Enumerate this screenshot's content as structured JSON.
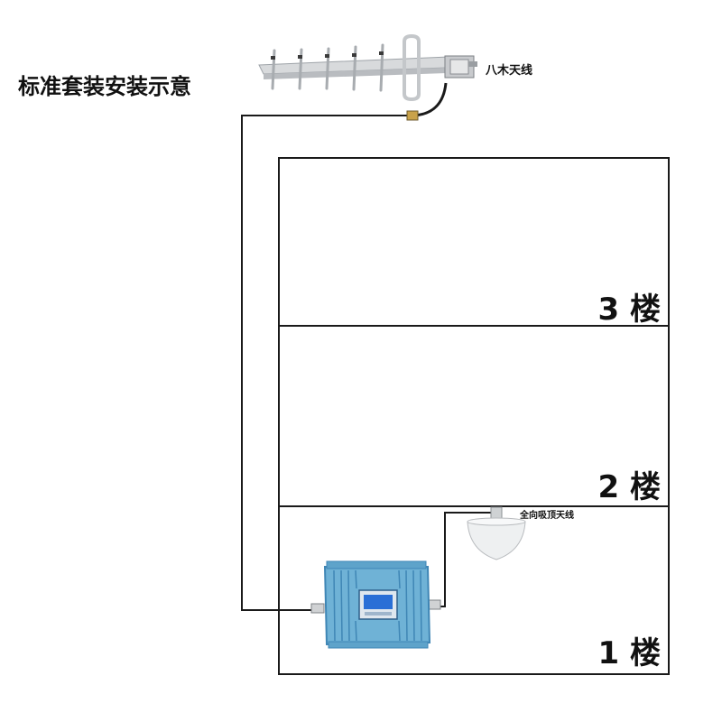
{
  "diagram": {
    "title": "标准套装安装示意",
    "yagi_antenna_label": "八木天线",
    "ceiling_antenna_label": "全向吸顶天线",
    "floors": [
      {
        "label": "3 楼"
      },
      {
        "label": "2 楼"
      },
      {
        "label": "1 楼"
      }
    ]
  },
  "colors": {
    "line": "#1a1a1a",
    "repeater_body": "#6fb2d6",
    "repeater_dark": "#3f86b5",
    "lcd": "#2a6fd6",
    "antenna_metal": "#d8dadc"
  },
  "icons": {
    "yagi": "yagi-antenna-icon",
    "ceiling": "ceiling-antenna-icon",
    "repeater": "signal-repeater-icon"
  }
}
